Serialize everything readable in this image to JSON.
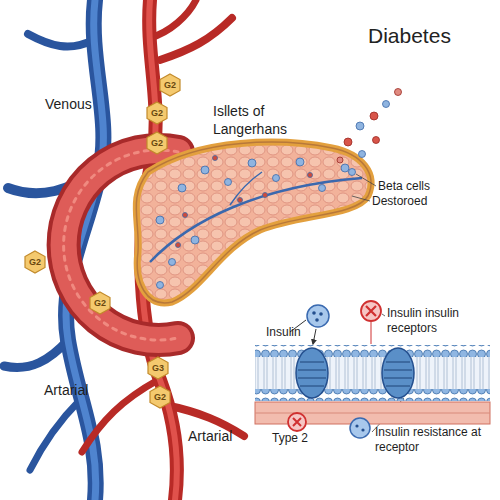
{
  "diagram": {
    "title": "Diabetes",
    "nodes": [
      {
        "text": [
          "G2"
        ]
      },
      {
        "text": [
          "G2"
        ]
      },
      {
        "text": [
          "G2"
        ]
      },
      {
        "text": [
          "G2"
        ]
      },
      {
        "text": [
          "G2"
        ]
      },
      {
        "text": [
          "G3"
        ]
      },
      {
        "text": [
          "G2"
        ]
      }
    ],
    "labels": [
      "Venous",
      "Isllets of Langerhans",
      "Beta cells",
      "Destoroed",
      "Insulin",
      "Insulin insulin receptors",
      "Artarial",
      "Type 2",
      "Insulin resistance at receptor",
      "Artarial"
    ]
  }
}
